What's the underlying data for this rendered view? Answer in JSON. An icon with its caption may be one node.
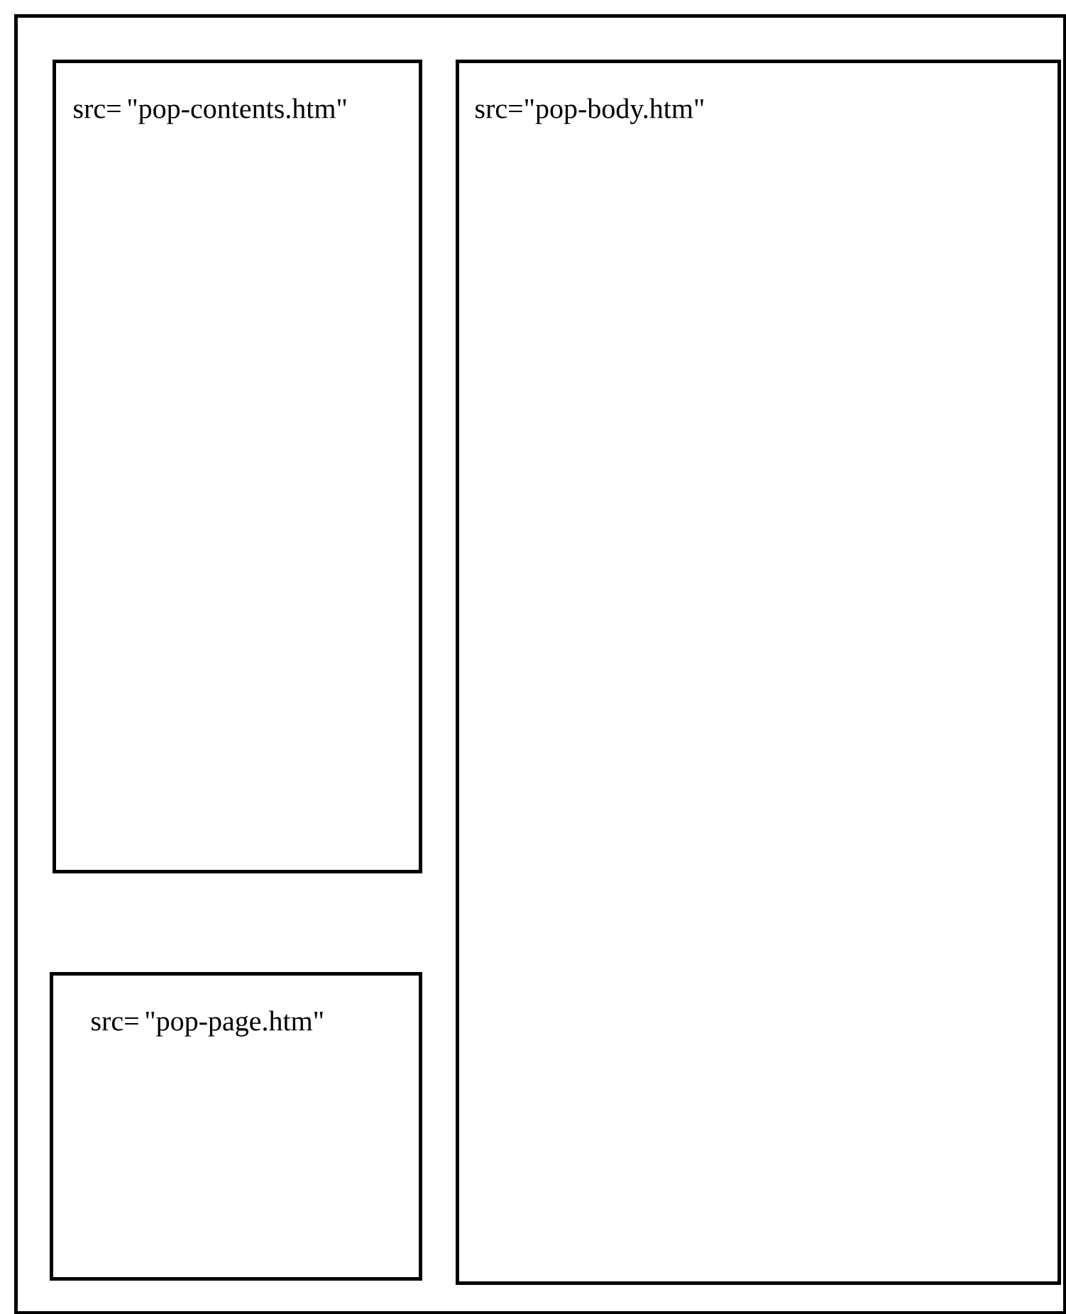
{
  "diagram": {
    "nodes": [
      {
        "text": [],
        "shape": "box"
      },
      {
        "text": [
          "src= \"pop-contents.htm\""
        ],
        "in": 0
      },
      {
        "text": [
          "src= \"pop-page.htm\""
        ],
        "in": 0
      },
      {
        "text": [
          "src=\"pop-body.htm\""
        ],
        "in": 0
      }
    ]
  }
}
